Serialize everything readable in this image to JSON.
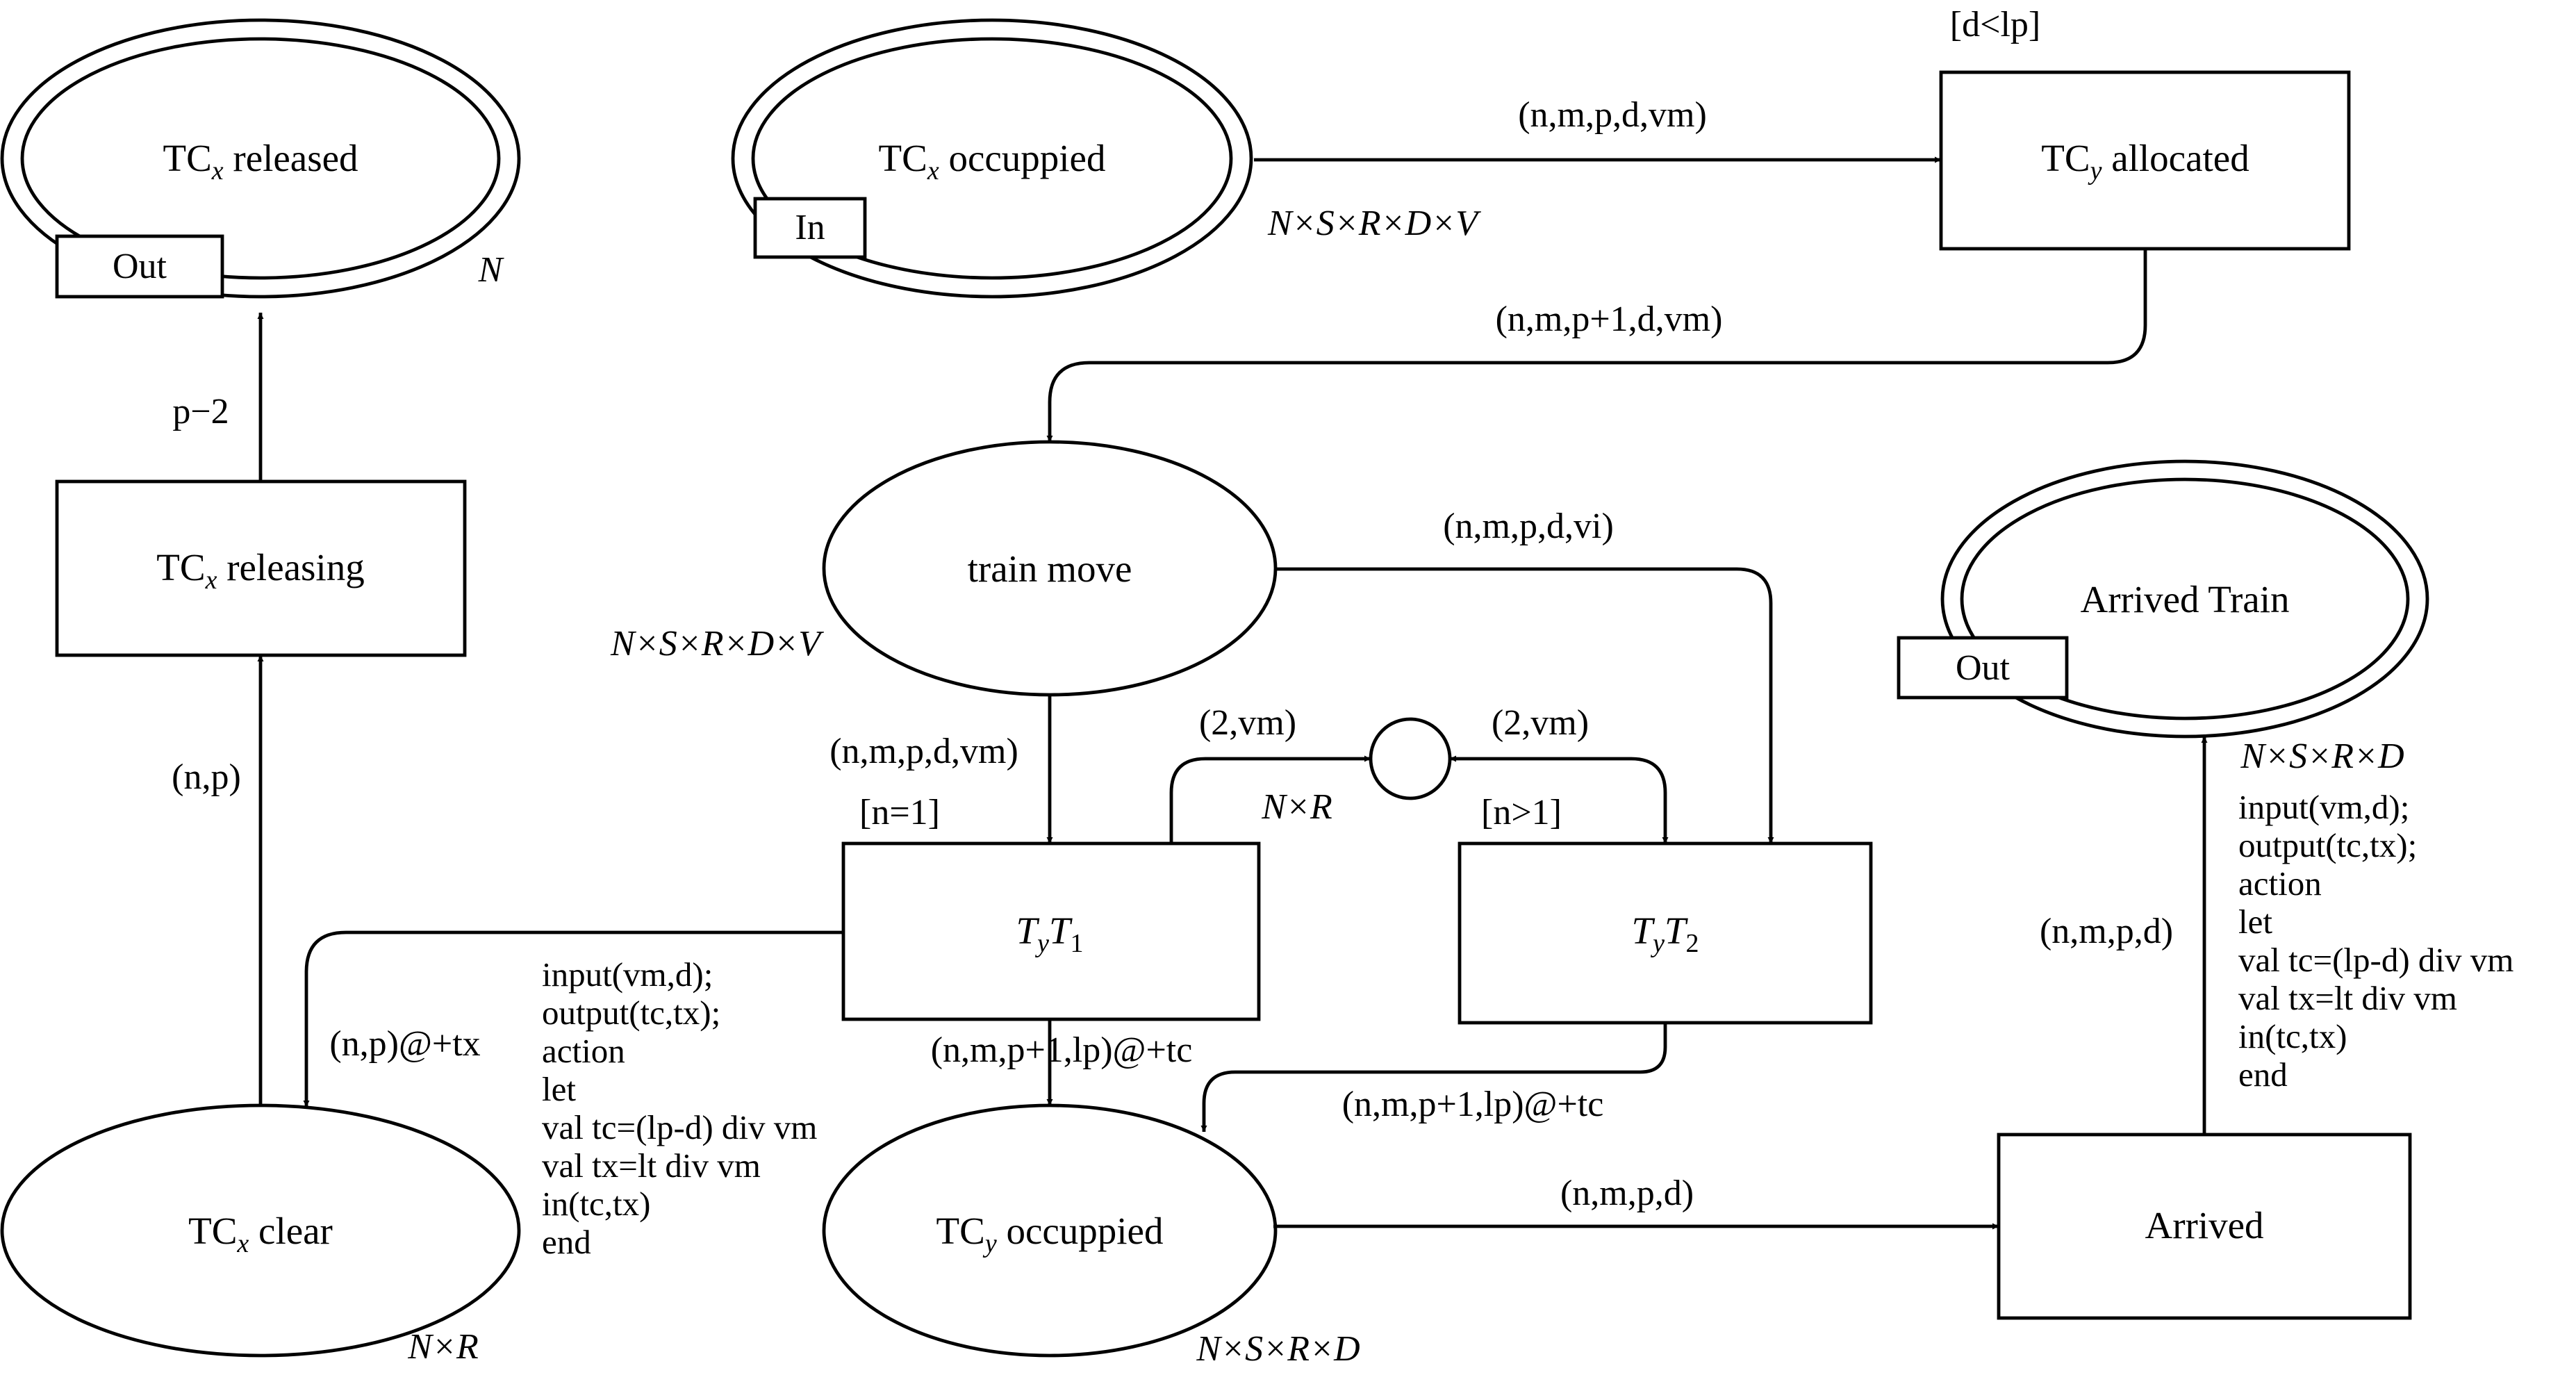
{
  "places": {
    "tcx_released": {
      "name_main": "TC",
      "name_sub": "x",
      "name_rest": " released",
      "port": "Out",
      "colset": "N"
    },
    "tcx_occupied": {
      "name_main": "TC",
      "name_sub": "x",
      "name_rest": " occuppied",
      "port": "In",
      "colset": "N×S×R×D×V"
    },
    "train_move": {
      "name": "train move",
      "colset": "N×S×R×D×V"
    },
    "tcx_clear": {
      "name_main": "TC",
      "name_sub": "x",
      "name_rest": " clear",
      "colset": "N×R"
    },
    "tcy_occupied": {
      "name_main": "TC",
      "name_sub": "y",
      "name_rest": " occuppied",
      "colset": "N×S×R×D"
    },
    "arrived_train": {
      "name": "Arrived Train",
      "port": "Out",
      "colset": "N×S×R×D"
    },
    "resource": {
      "colset": "N×R"
    }
  },
  "transitions": {
    "tcy_allocated": {
      "name_main": "TC",
      "name_sub": "y",
      "name_rest": " allocated",
      "guard": "[d<lp]"
    },
    "tcx_releasing": {
      "name_main": "TC",
      "name_sub": "x",
      "name_rest": " releasing"
    },
    "tyt1": {
      "a": "T",
      "a_sub": "y",
      "b": "T",
      "b_sub": "1",
      "guard": "[n=1]"
    },
    "tyt2": {
      "a": "T",
      "a_sub": "y",
      "b": "T",
      "b_sub": "2",
      "guard": "[n>1]"
    },
    "arrived": {
      "name": "Arrived"
    }
  },
  "arcs": {
    "occ_to_alloc": "(n,m,p,d,vm)",
    "alloc_to_move": "(n,m,p+1,d,vm)",
    "move_to_t2": "(n,m,p,d,vi)",
    "move_to_t1": "(n,m,p,d,vm)",
    "t1_to_res": "(2,vm)",
    "res_t2": "(2,vm)",
    "t1_to_clear": "(n,p)@+tx",
    "t1_to_tcy": "(n,m,p+1,lp)@+tc",
    "t2_to_tcy": "(n,m,p+1,lp)@+tc",
    "clear_to_releasing": "(n,p)",
    "releasing_to_released": "p−2",
    "tcy_to_arrived": "(n,m,p,d)",
    "arrived_to_train": "(n,m,p,d)"
  },
  "code_t1": [
    "input(vm,d);",
    "output(tc,tx);",
    "action",
    "let",
    "val tc=(lp-d) div vm",
    "val tx=lt div vm",
    "in(tc,tx)",
    "end"
  ],
  "code_arrived": [
    "input(vm,d);",
    "output(tc,tx);",
    "action",
    "let",
    "val tc=(lp-d) div vm",
    "val tx=lt div vm",
    "in(tc,tx)",
    "end"
  ]
}
